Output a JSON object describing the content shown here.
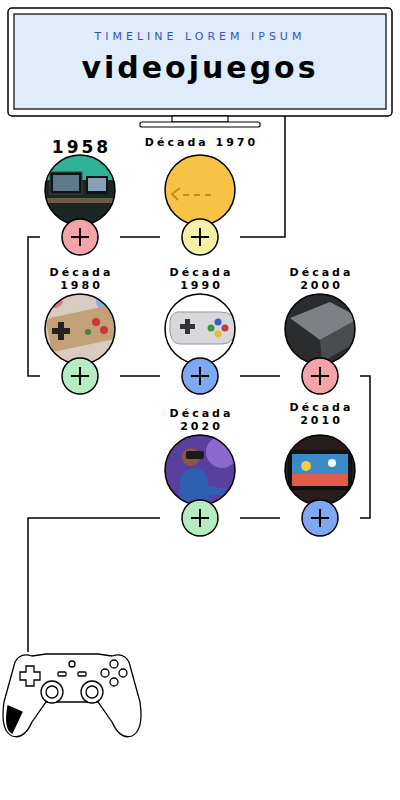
{
  "diagram": {
    "title": "videojuegos",
    "nodes": [
      {
        "text": [
          "1958"
        ]
      },
      {
        "text": [
          "Década 1970"
        ]
      },
      {
        "text": [
          "Década 1980"
        ]
      },
      {
        "text": [
          "Década 1990"
        ]
      },
      {
        "text": [
          "Década 2000"
        ]
      },
      {
        "text": [
          "Década 2020"
        ]
      },
      {
        "text": [
          "Década 2010"
        ]
      }
    ],
    "edges": [
      {
        "from": 0,
        "to": 1,
        "arrow": "none"
      },
      {
        "from": 0,
        "to": 2,
        "arrow": "none"
      },
      {
        "from": 2,
        "to": 3,
        "arrow": "none"
      },
      {
        "from": 3,
        "to": 4,
        "arrow": "none"
      },
      {
        "from": 4,
        "to": 6,
        "arrow": "none"
      },
      {
        "from": 6,
        "to": 5,
        "arrow": "none"
      }
    ],
    "labels": [
      "TIMELINE LOREM IPSUM"
    ]
  }
}
